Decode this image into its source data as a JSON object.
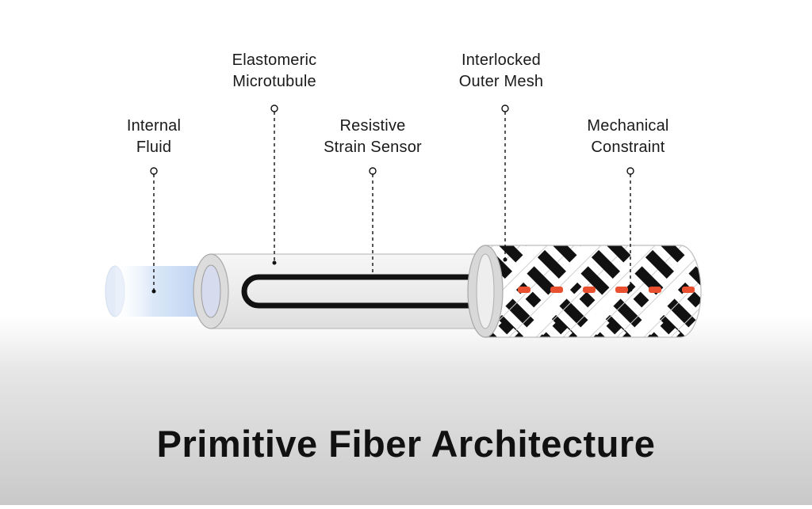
{
  "title": "Primitive Fiber Architecture",
  "labels": {
    "internal_fluid": [
      "Internal",
      "Fluid"
    ],
    "elastomeric_microtubule": [
      "Elastomeric",
      "Microtubule"
    ],
    "resistive_strain_sensor": [
      "Resistive",
      "Strain Sensor"
    ],
    "interlocked_outer_mesh": [
      "Interlocked",
      "Outer Mesh"
    ],
    "mechanical_constraint": [
      "Mechanical",
      "Constraint"
    ]
  },
  "colors": {
    "fluid": "#c9dcf3",
    "tube": "#ececec",
    "sensor": "#111111",
    "mesh_dark": "#111111",
    "mesh_light": "#ffffff",
    "constraint": "#e8502f"
  }
}
